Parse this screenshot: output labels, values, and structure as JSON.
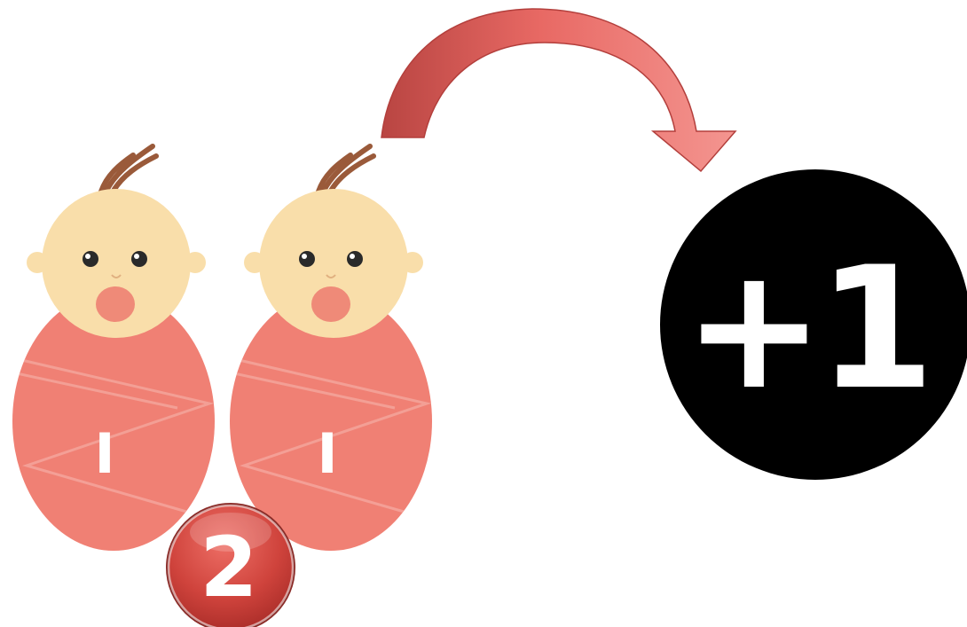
{
  "baby_left": {
    "label": "I"
  },
  "baby_right": {
    "label": "I"
  },
  "count_badge": {
    "label": "2"
  },
  "result_badge": {
    "label": "+1"
  },
  "colors": {
    "wrap": "#f08074",
    "wrap_stripe": "#f4a59c",
    "skin": "#f9deaa",
    "hair": "#9a5a3a",
    "mouth": "#ef8a78",
    "eye": "#2a2a2a",
    "badge_red": "#c9403a",
    "arrow_red": "#e8716b",
    "result_bg": "#000000",
    "result_text": "#ffffff"
  }
}
